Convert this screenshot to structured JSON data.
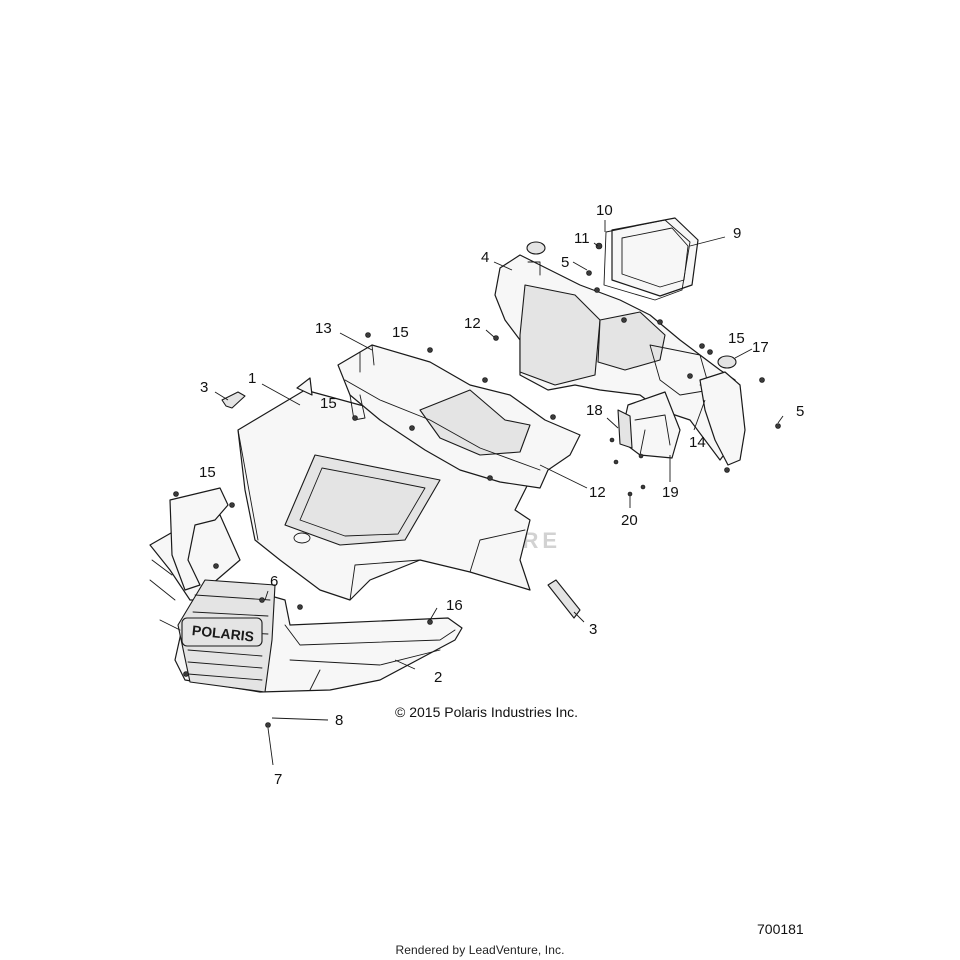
{
  "copyright": "© 2015 Polaris Industries Inc.",
  "diagram_id": "700181",
  "rendered_by": "Rendered by LeadVenture, Inc.",
  "watermark": "LEADVENTURE",
  "brand_mark": "POLARIS",
  "callouts": {
    "c1": "1",
    "c2": "2",
    "c3a": "3",
    "c3b": "3",
    "c4": "4",
    "c5a": "5",
    "c5b": "5",
    "c6": "6",
    "c7": "7",
    "c8": "8",
    "c9": "9",
    "c10": "10",
    "c11": "11",
    "c12a": "12",
    "c12b": "12",
    "c13": "13",
    "c14": "14",
    "c15a": "15",
    "c15b": "15",
    "c15c": "15",
    "c15d": "15",
    "c16": "16",
    "c17": "17",
    "c18": "18",
    "c19": "19",
    "c20": "20"
  },
  "colors": {
    "line": "#1a1a1a",
    "fill": "#f7f7f7",
    "watermark": "#d2d2d2"
  }
}
